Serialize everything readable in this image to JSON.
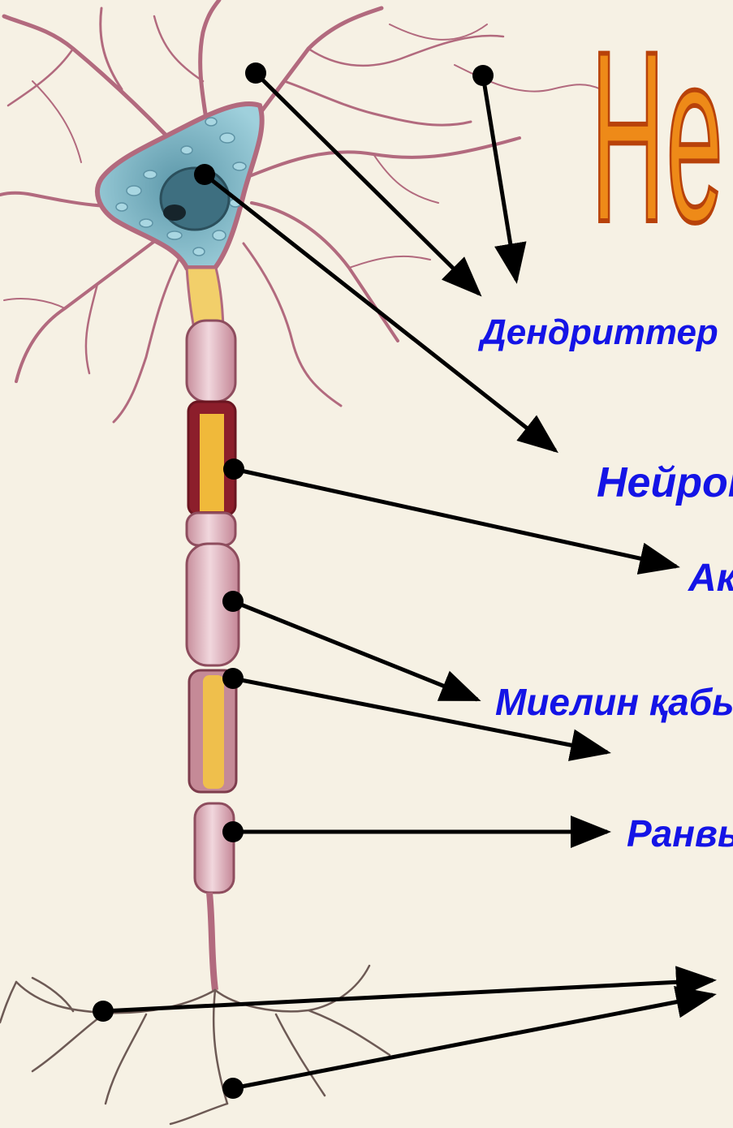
{
  "title": "Не",
  "labels": {
    "dendrites": "Дендриттер",
    "neuron_body": "Нейрон",
    "axon": "Аксон",
    "myelin": "Миелин қабығы",
    "ranvier": "Ранвье"
  },
  "colors": {
    "label": "#1414e6",
    "title_fill": "#ee8a18",
    "title_stroke": "#b8420a",
    "arrow": "#000000",
    "dendrite": "#b26a7e",
    "cell_body": "#7fb9c9",
    "myelin": "#e9c7cf",
    "axon_core": "#f0b93a"
  }
}
